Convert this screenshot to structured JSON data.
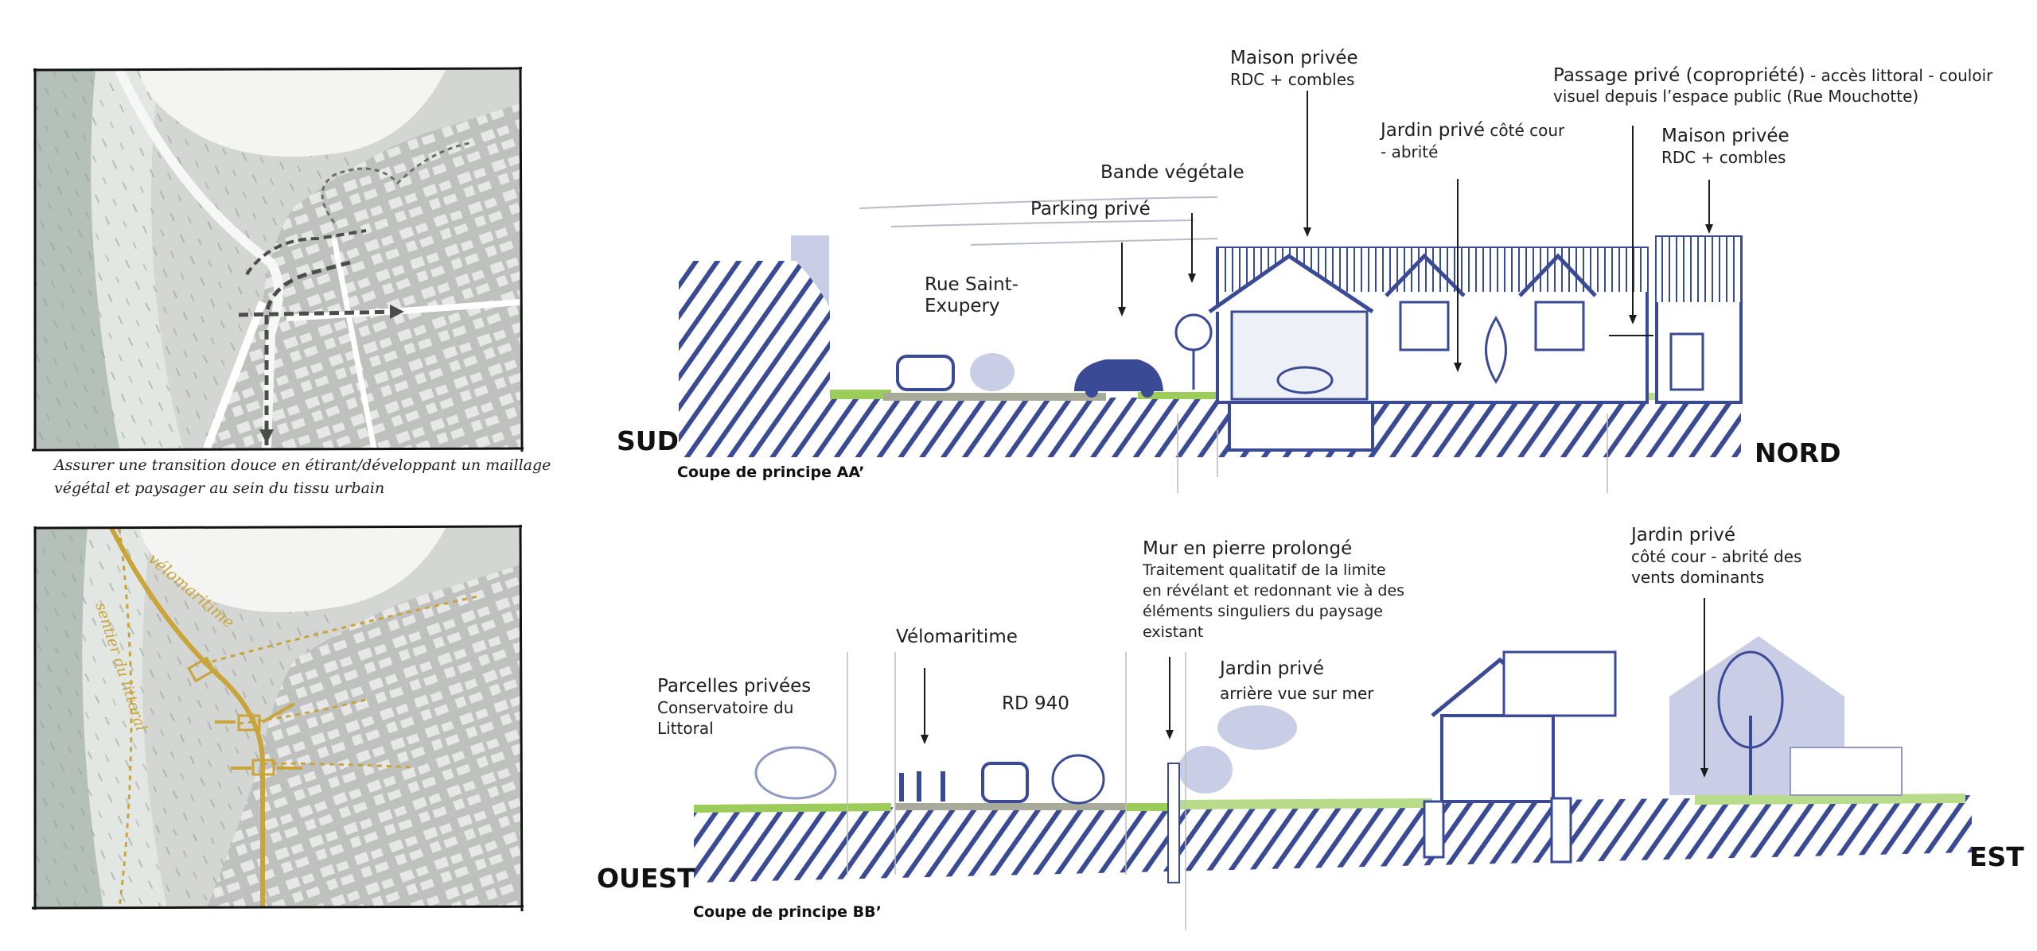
{
  "maps": {
    "top_caption_line1": "Assurer une transition douce en étirant/développant un maillage",
    "top_caption_line2": "végétal et paysager au sein du tissu urbain",
    "bottom_handwriting_1": "sentier du littoral",
    "bottom_handwriting_2": "vélomaritime"
  },
  "section_aa": {
    "south": "SUD",
    "north": "NORD",
    "title": "Coupe de principe AA’",
    "labels": {
      "rue_1": "Rue Saint-",
      "rue_2": "Exupery",
      "parking": "Parking privé",
      "bande": "Bande végétale",
      "maison1_title": "Maison privée",
      "maison1_sub": "RDC + combles",
      "jardin_title": "Jardin privé",
      "jardin_sub1": " côté cour",
      "jardin_sub2": "- abrité",
      "passage_title": "Passage privé (copropriété)",
      "passage_sub1": " - accès littoral - couloir",
      "passage_sub2": "visuel depuis l’espace public (Rue Mouchotte)",
      "maison2_title": "Maison privée",
      "maison2_sub": "RDC + combles"
    }
  },
  "section_bb": {
    "west": "OUEST",
    "east": "EST",
    "title": "Coupe de principe BB’",
    "labels": {
      "parcelles_title": "Parcelles privées",
      "parcelles_sub1": "Conservatoire du",
      "parcelles_sub2": "Littoral",
      "velo": "Vélomaritime",
      "rd": "RD 940",
      "mur_title": "Mur en pierre prolongé",
      "mur_sub1": "Traitement qualitatif de la limite",
      "mur_sub2": "en révélant et redonnant vie à des",
      "mur_sub3": "éléments singuliers du paysage",
      "mur_sub4": "existant",
      "jardin_arr_title": "Jardin privé",
      "jardin_arr_sub": "arrière vue sur mer",
      "jardin_est_title": "Jardin privé",
      "jardin_est_sub1": "côté cour - abrité des",
      "jardin_est_sub2": "vents dominants"
    }
  },
  "colors": {
    "hatch_blue": "#3a4a94",
    "pale_blue": "#c9cde6",
    "green": "#9ccc5a",
    "map_gray": "#c9cbc8",
    "map_light": "#e9ecea",
    "ochre": "#c9a43a",
    "sea_gray": "#b9c2bd"
  }
}
